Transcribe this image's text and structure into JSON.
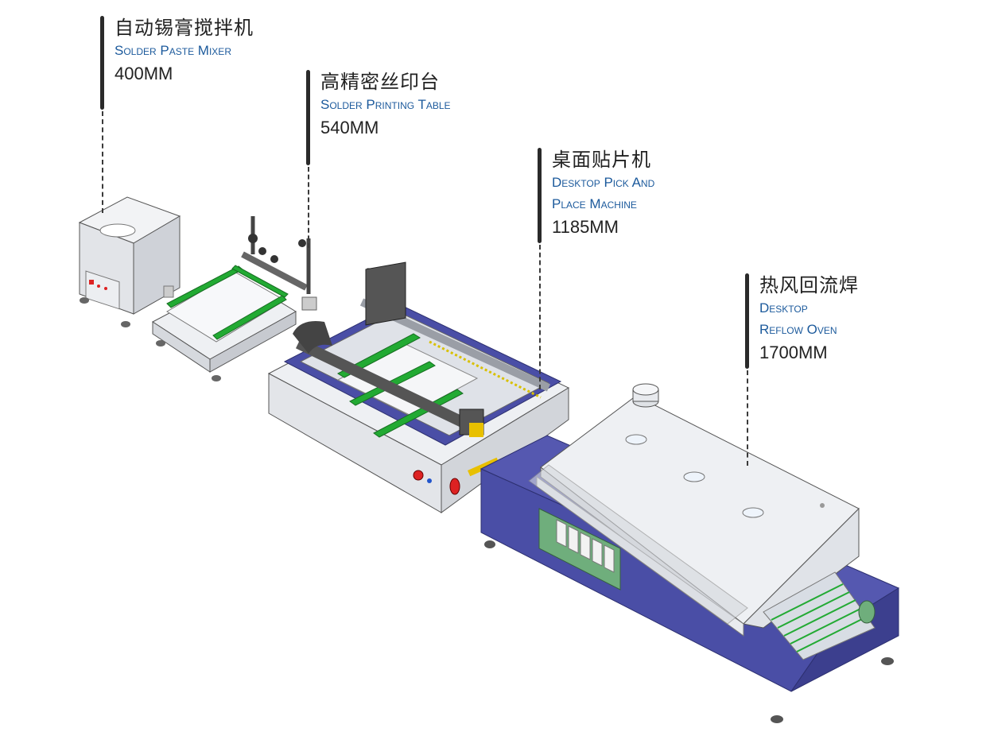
{
  "callouts": [
    {
      "cn": "自动锡膏搅拌机",
      "en": [
        "Solder Paste Mixer"
      ],
      "size": "400MM"
    },
    {
      "cn": "高精密丝印台",
      "en": [
        "Solder Printing Table"
      ],
      "size": "540MM"
    },
    {
      "cn": "桌面贴片机",
      "en": [
        "Desktop Pick And",
        "Place Machine"
      ],
      "size": "1185MM"
    },
    {
      "cn": "热风回流焊",
      "en": [
        "Desktop",
        "Reflow Oven"
      ],
      "size": "1700MM"
    }
  ],
  "colors": {
    "label_blue": "#1c5a9c",
    "machine_blue": "#4a4ea6",
    "pcb_green": "#22aa33",
    "panel_green": "#6fae7c",
    "body_grey": "#e6e8ec"
  }
}
